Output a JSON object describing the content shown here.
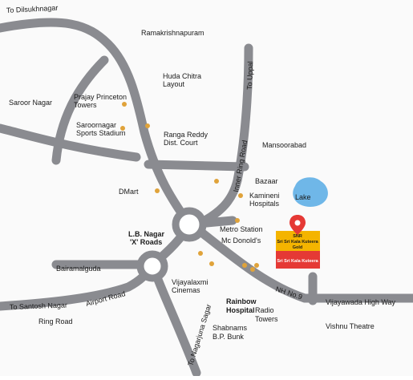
{
  "colors": {
    "road": "#8a8b90",
    "landmark_dot": "#e0a33a",
    "lake": "#6fb7e8",
    "badge_gold": "#f4b400",
    "badge_red": "#e53935",
    "pin": "#e53935",
    "background": "#fafafa"
  },
  "road_labels": {
    "dilsukhnagar": "To Dilsukhnagar",
    "uppal": "To Uppal",
    "inner_ring": "Inner Ring Road",
    "santosh_nagar": "To Santosh Nagar",
    "airport": "Airport Road",
    "ring": "Ring Road",
    "nagarjuna": "To Nagarjuna Sagar",
    "nh9": "NH No.9",
    "vijayawada": "Vijayawada High Way"
  },
  "places": {
    "ramakrishnapuram": "Ramakrishnapuram",
    "huda_line1": "Huda Chitra",
    "huda_line2": "Layout",
    "saroor_nagar": "Saroor Nagar",
    "prajay_line1": "Prajay Princeton",
    "prajay_line2": "Towers",
    "stadium_line1": "Saroornagar",
    "stadium_line2": "Sports Stadium",
    "ranga_line1": "Ranga Reddy",
    "ranga_line2": "Dist. Court",
    "mansoorabad": "Mansoorabad",
    "bazaar": "Bazaar",
    "kamineni_line1": "Kamineni",
    "kamineni_line2": "Hospitals",
    "lake": "Lake",
    "dmart": "DMart",
    "metro": "Metro Station",
    "mcdonalds": "Mc Donold's",
    "lbnagar_line1": "L.B. Nagar",
    "lbnagar_line2": "'X' Roads",
    "bairamalguda": "Bairamalguda",
    "vijayalaxmi_line1": "Vijayalaxmi",
    "vijayalaxmi_line2": "Cinemas",
    "rainbow_line1": "Rainbow",
    "rainbow_line2": "Hospital",
    "radio_line1": "Radio",
    "radio_line2": "Towers",
    "shabnams_line1": "Shabnams",
    "shabnams_line2": "B.P. Bunk",
    "vishnu": "Vishnu Theatre"
  },
  "badge": {
    "line1": "SNR",
    "line2": "Sri Sri Kala Kuteera",
    "line3": "Gold",
    "red_label": "Sri Sri Kala Kuteera"
  }
}
